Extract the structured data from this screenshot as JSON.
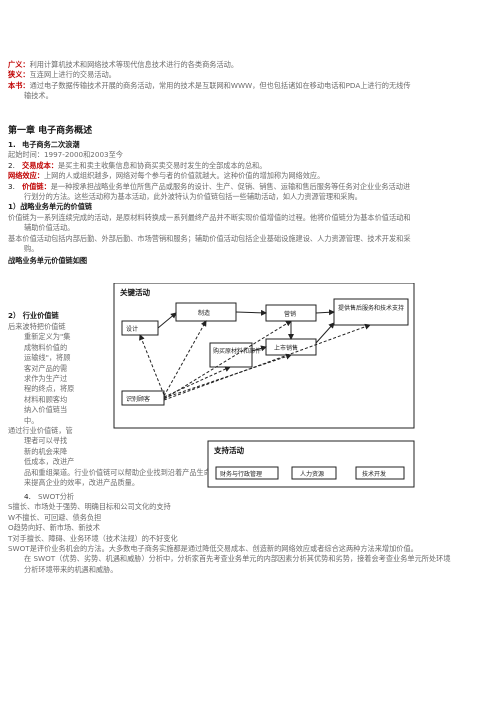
{
  "intro": [
    {
      "term": "广义：",
      "text": "利用计算机技术和网络技术等现代信息技术进行的各类商务活动。"
    },
    {
      "term": "狭义：",
      "text": "互连网上进行的交易活动。"
    },
    {
      "term": "本书：",
      "text": "通过电子数据传输技术开展的商务活动，常用的技术是互联网和WWW，但也包括诸如在移动电话和PDA上进行的无线传",
      "cont": "输技术。"
    }
  ],
  "chapter_title": "第一章  电子商务概述",
  "s1": {
    "num": "1.",
    "title": "电子商务二次浪潮",
    "line": "起始时间：1997-2000和2003至今"
  },
  "s2": {
    "num": "2.",
    "term": "交易成本：",
    "text": "是买主和卖主收集信息和协商买卖交易时发生的全部成本的总和。"
  },
  "network_effect": {
    "term": "网络效应：",
    "text": "上网的人或组织越多，网络对每个参与者的价值就越大。这种价值的增加称为网络效应。"
  },
  "s3": {
    "num": "3.",
    "term": "价值链：",
    "text": "是一种按承担战略业务单位所售产品或服务的设计、生产、促销、销售、运输和售后服务等任务对企业业务活动进",
    "cont": "行划分的方法。这些活动称为基本活动，此外波特认为价值链包括一些辅助活动，如人力资源管理和采购。"
  },
  "sub1": {
    "label": "1）战略业务单元的价值链",
    "p1": [
      "价值链为一系列连续完成的活动，是原材料转换成一系列最终产品并不断实现价值增值的过程。他将价值链分为基本价值活动和",
      "辅助价值活动。"
    ],
    "p2": [
      "基本价值活动包括内部后勤、外部后勤、市场营销和服务；辅助价值活动包括企业基础设施建设、人力资源管理、技术开发和采",
      "购。"
    ],
    "figure_title": "战略业务单元价值链如图"
  },
  "sub2": {
    "label": "2）  行业价值链",
    "wrap_lines": [
      "后来波特把价值链",
      "重新定义为\"集",
      "成物料价值的",
      "运输线\"，将顾",
      "客对产品的需",
      "求作为生产过",
      "程的终点，将原",
      "材料和顾客均",
      "纳入价值链当",
      "中。",
      "通过行业价值链，管",
      "理者可以寻找",
      "新的机会来降",
      "低成本，改进产"
    ],
    "tail": [
      "品和重组渠道。行业价值链可以帮助企业找到沿着产品生命周期向前或向后发展的机会，考虑如何通过电子商务技术与管理",
      "来提高企业的效率，改进产品质量。"
    ]
  },
  "figure": {
    "key_title": "关键活动",
    "support_title": "支持活动",
    "boxes": [
      "设计",
      "制造",
      "购买原材料和部件",
      "营销",
      "上市销售",
      "提供售后服务和技术支持",
      "识别顾客"
    ],
    "support_boxes": [
      "财务与行政管理",
      "人力资源",
      "技术开发"
    ]
  },
  "s4": {
    "num": "4.",
    "title": "SWOT分析"
  },
  "swot": [
    "S擅长、市场处于强势、明确目标和公司文化的支持",
    "W不擅长、可回避、债务负担",
    "O趋势向好、新市场、新技术",
    "T对手擅长、障碍、业务环境（技术法规）的不好变化"
  ],
  "swot_para": [
    "SWOT是评价业务机会的方法。大多数电子商务实施都是通过降低交易成本、创造新的网络效应或者综合这两种方法来增加价值。",
    "在 SWOT（优势、劣势、机遇和威胁）分析中，分析家首先考查业务单元的内部因素分析其优势和劣势，接着会考查业务单元所处环境",
    "分析环境带来的机遇和威胁。"
  ]
}
